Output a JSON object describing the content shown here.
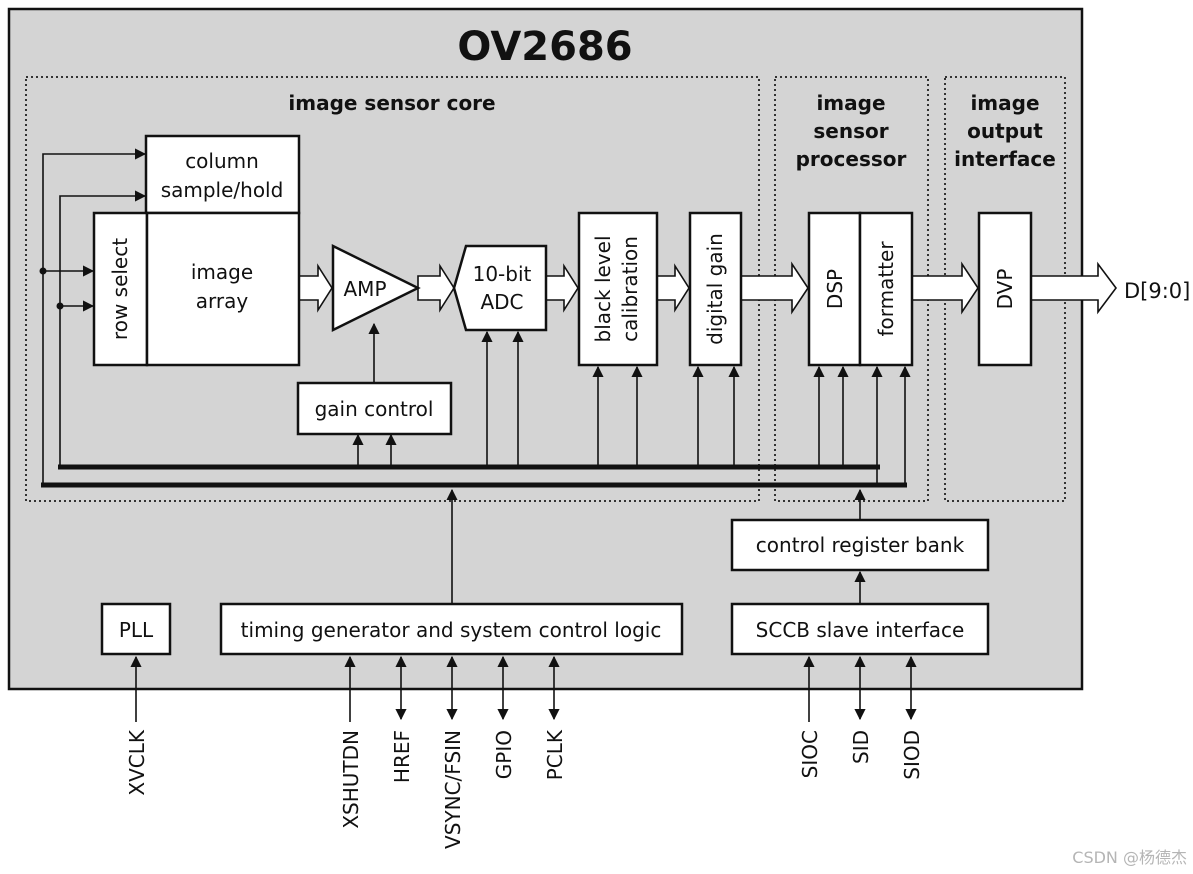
{
  "chip": {
    "title": "OV2686"
  },
  "colors": {
    "chip_fill": "#d4d4d4",
    "box_fill": "#ffffff",
    "stroke": "#111111",
    "watermark": "#b5b5b5"
  },
  "sections": {
    "core": "image sensor core",
    "isp": [
      "image",
      "sensor",
      "processor"
    ],
    "output": [
      "image",
      "output",
      "interface"
    ]
  },
  "blocks": {
    "column": [
      "column",
      "sample/hold"
    ],
    "row_select": "row select",
    "image_array": [
      "image",
      "array"
    ],
    "amp": "AMP",
    "adc": [
      "10-bit",
      "ADC"
    ],
    "blc": [
      "black level",
      "calibration"
    ],
    "digital_gain": "digital gain",
    "gain_control": "gain control",
    "dsp": "DSP",
    "formatter": "formatter",
    "dvp": "DVP",
    "control_register": "control register bank",
    "pll": "PLL",
    "timing": "timing generator and system control logic",
    "sccb": "SCCB slave interface"
  },
  "output_bus": "D[9:0]",
  "pins": {
    "xvclk": "XVCLK",
    "xshutdn": "XSHUTDN",
    "href": "HREF",
    "vsync": "VSYNC/FSIN",
    "gpio": "GPIO",
    "pclk": "PCLK",
    "sioc": "SIOC",
    "sid": "SID",
    "siod": "SIOD"
  },
  "watermark": "CSDN @杨德杰"
}
